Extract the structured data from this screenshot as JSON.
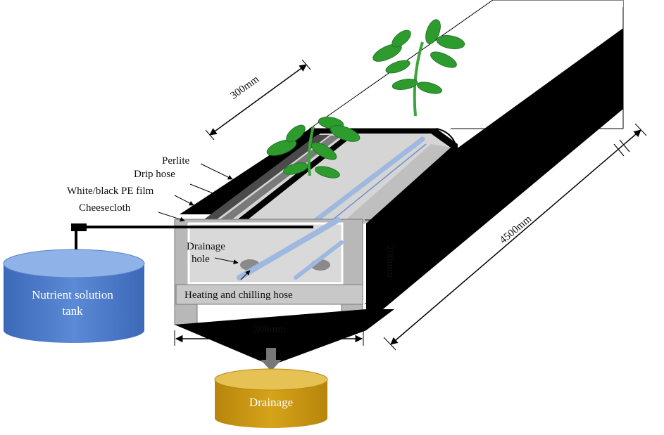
{
  "labels": {
    "perlite": "Perlite",
    "drip_hose": "Drip hose",
    "pe_film": "White/black  PE film",
    "cheesecloth": "Cheesecloth",
    "drainage_hole_1": "Drainage",
    "drainage_hole_2": "hole",
    "heating_hose": "Heating and chilling hose",
    "tank_1": "Nutrient solution",
    "tank_2": "tank",
    "drainage": "Drainage"
  },
  "dimensions": {
    "top_width": "300mm",
    "bottom_width": "300mm",
    "height": "200mm",
    "length": "4500mm"
  },
  "colors": {
    "tank_blue": "#4a78c8",
    "tank_top": "#8fb3e8",
    "drainage_gold": "#c9930e",
    "drainage_top": "#e6c255",
    "bed_black": "#000000",
    "perlite_grey": "#d8d8d8",
    "frame_grey": "#b5b5b5",
    "hose_blue": "#9fb8e0",
    "leaf_green": "#2e9b2e"
  }
}
